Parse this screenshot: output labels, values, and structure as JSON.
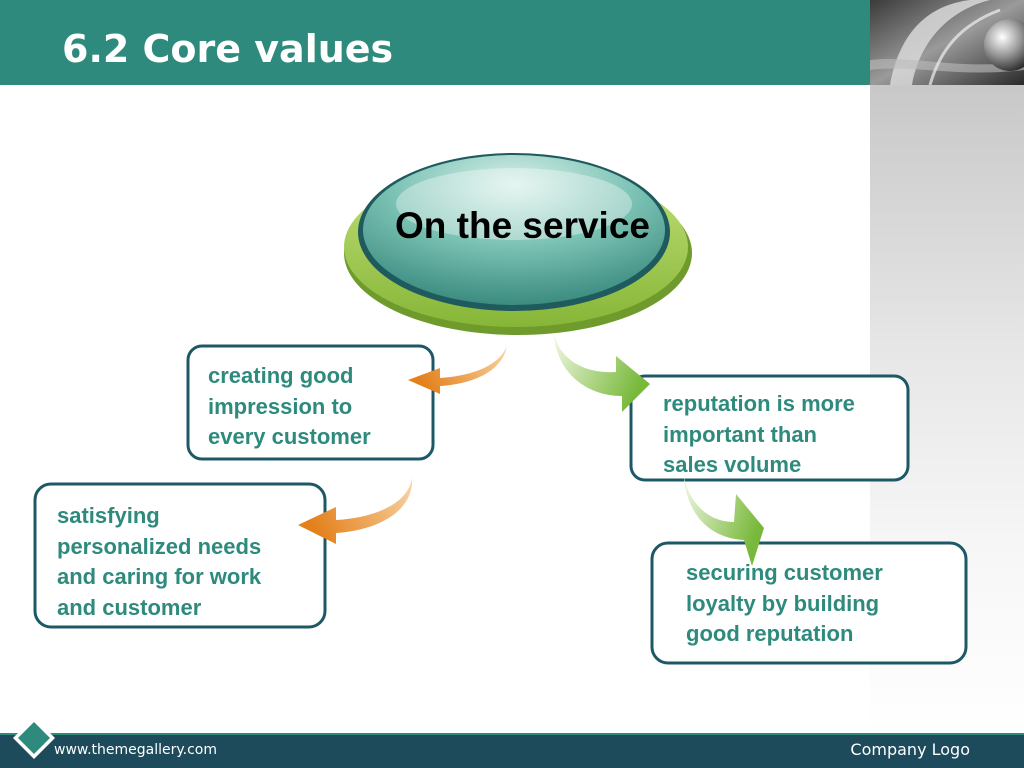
{
  "slide": {
    "title": "6.2 Core values"
  },
  "diagram": {
    "center": "On the service",
    "nodes": [
      {
        "id": "impression",
        "text": [
          "creating good",
          "impression to",
          "every customer"
        ]
      },
      {
        "id": "reputation",
        "text": [
          "reputation is more",
          "important than",
          "sales volume"
        ]
      },
      {
        "id": "personalized",
        "text": [
          "satisfying",
          "personalized needs",
          "and caring for work",
          "and customer"
        ]
      },
      {
        "id": "loyalty",
        "text": [
          "securing customer",
          "loyalty by building",
          "good reputation"
        ]
      }
    ]
  },
  "footer": {
    "url": "www.themegallery.com",
    "logo": "Company Logo"
  },
  "colors": {
    "header_teal": "#2e8a7c",
    "footer_navy": "#1d4b5c",
    "box_border": "#1d5866",
    "node_text": "#2e8a7c",
    "orange_arrow": "#e8891e",
    "green_arrow": "#7fbf3a",
    "ellipse_green": "#9cc84a"
  },
  "icons": {
    "footer": "diamond-icon",
    "header": "chrome-sphere-image"
  }
}
